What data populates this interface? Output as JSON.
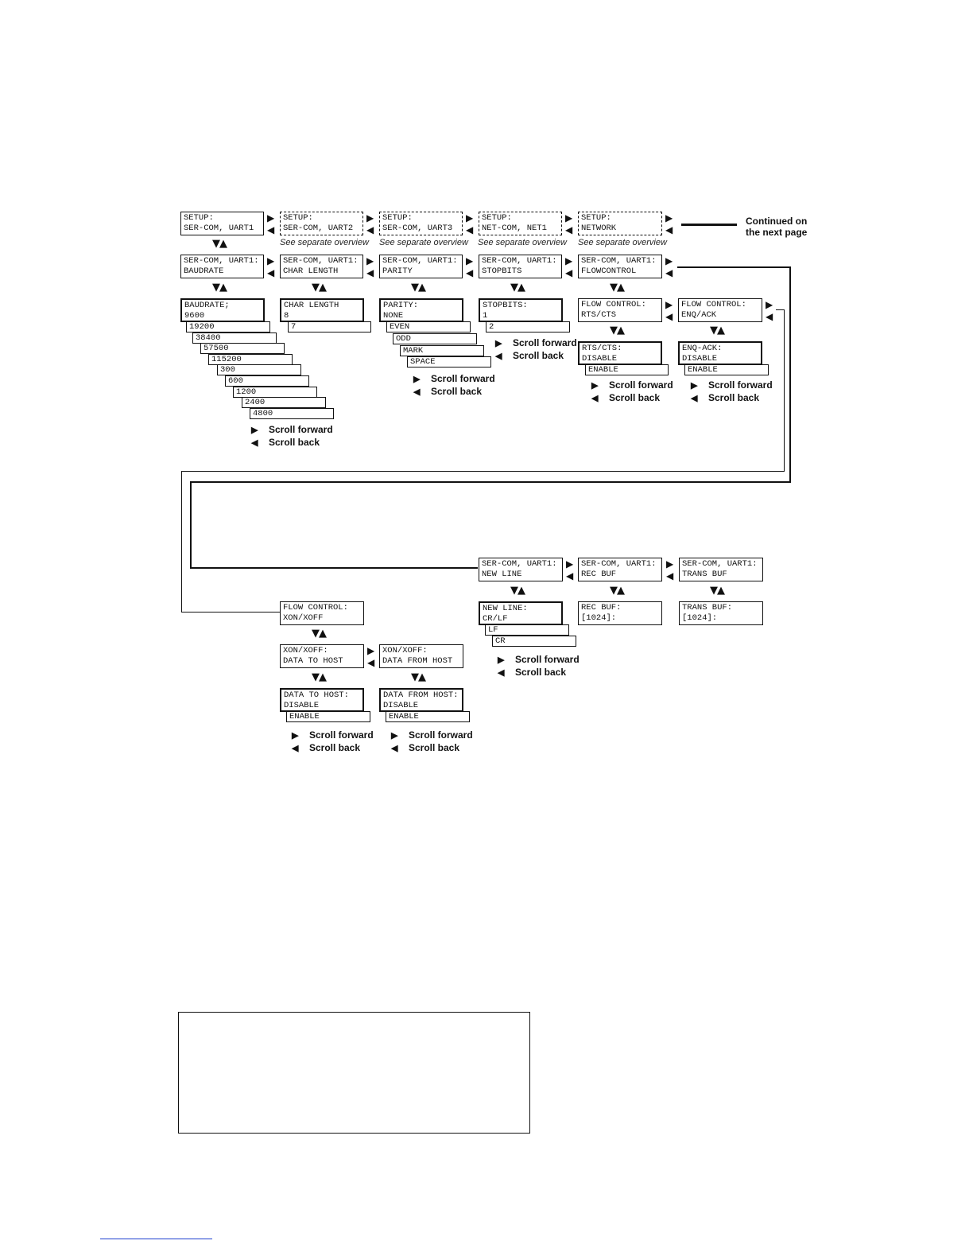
{
  "row1": [
    {
      "l1": "SETUP:",
      "l2": "SER-COM, UART1"
    },
    {
      "l1": "SETUP:",
      "l2": "SER-COM, UART2",
      "note": "See separate overview"
    },
    {
      "l1": "SETUP:",
      "l2": "SER-COM, UART3",
      "note": "See separate overview"
    },
    {
      "l1": "SETUP:",
      "l2": "NET-COM, NET1",
      "note": "See separate overview"
    },
    {
      "l1": "SETUP:",
      "l2": "NETWORK",
      "note": "See separate overview"
    }
  ],
  "continued": {
    "line1": "Continued on",
    "line2": "the next page"
  },
  "row2": [
    {
      "l1": "SER-COM, UART1:",
      "l2": "BAUDRATE"
    },
    {
      "l1": "SER-COM, UART1:",
      "l2": "CHAR LENGTH"
    },
    {
      "l1": "SER-COM, UART1:",
      "l2": "PARITY"
    },
    {
      "l1": "SER-COM, UART1:",
      "l2": "STOPBITS"
    },
    {
      "l1": "SER-COM, UART1:",
      "l2": "FLOWCONTROL"
    }
  ],
  "baudrate": {
    "l1": "BAUDRATE;",
    "l2": "9600",
    "options": [
      "19200",
      "38400",
      "57500",
      "115200",
      "300",
      "600",
      "1200",
      "2400",
      "4800"
    ]
  },
  "charlength": {
    "l1": "CHAR LENGTH",
    "l2": "8",
    "options": [
      "7"
    ]
  },
  "parity": {
    "l1": "PARITY:",
    "l2": "NONE",
    "options": [
      "EVEN",
      "ODD",
      "MARK",
      "SPACE"
    ]
  },
  "stopbits": {
    "l1": "STOPBITS:",
    "l2": "1",
    "options": [
      "2"
    ]
  },
  "flow_rts": {
    "l1": "FLOW CONTROL:",
    "l2": "RTS/CTS"
  },
  "flow_enq": {
    "l1": "FLOW CONTROL:",
    "l2": "ENQ/ACK"
  },
  "rtscts": {
    "l1": "RTS/CTS:",
    "l2": "DISABLE",
    "options": [
      "ENABLE"
    ]
  },
  "enqack": {
    "l1": "ENQ-ACK:",
    "l2": "DISABLE",
    "options": [
      "ENABLE"
    ]
  },
  "scroll": {
    "forward": "Scroll forward",
    "back": "Scroll back"
  },
  "newline_menu": {
    "l1": "SER-COM, UART1:",
    "l2": "NEW LINE"
  },
  "recbuf_menu": {
    "l1": "SER-COM, UART1:",
    "l2": "REC BUF"
  },
  "transbuf_menu": {
    "l1": "SER-COM, UART1:",
    "l2": "TRANS BUF"
  },
  "newline": {
    "l1": "NEW LINE:",
    "l2": "CR/LF",
    "options": [
      "LF",
      "CR"
    ]
  },
  "recbuf": {
    "l1": "REC BUF:",
    "l2": "[1024]:"
  },
  "transbuf": {
    "l1": "TRANS BUF:",
    "l2": "[1024]:"
  },
  "flow_xon": {
    "l1": "FLOW CONTROL:",
    "l2": "XON/XOFF"
  },
  "xon_to": {
    "l1": "XON/XOFF:",
    "l2": "DATA TO HOST"
  },
  "xon_from": {
    "l1": "XON/XOFF:",
    "l2": "DATA FROM HOST"
  },
  "data_to": {
    "l1": "DATA TO HOST:",
    "l2": "DISABLE",
    "options": [
      "ENABLE"
    ]
  },
  "data_from": {
    "l1": "DATA FROM HOST:",
    "l2": "DISABLE",
    "options": [
      "ENABLE"
    ]
  },
  "icons": {
    "forward": "right-triangle-icon",
    "back": "left-triangle-icon",
    "updown": "down-up-triangle-icon"
  }
}
